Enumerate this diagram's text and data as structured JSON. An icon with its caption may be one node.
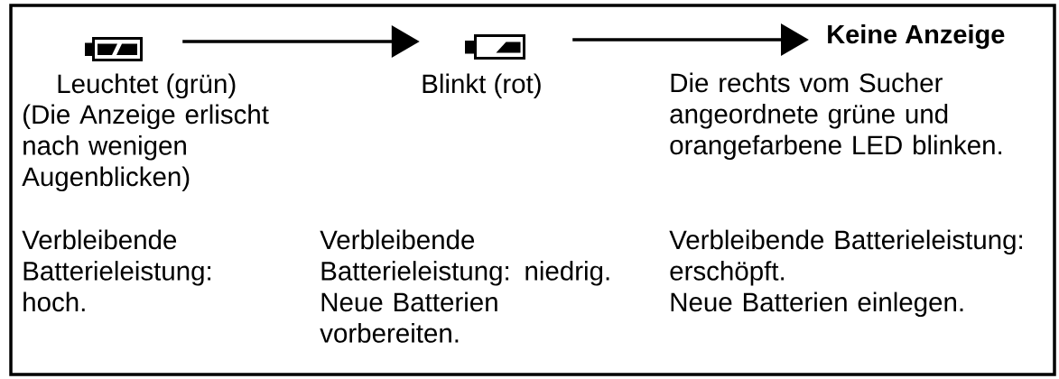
{
  "diagram": {
    "nodes": [
      {
        "text": [],
        "shape": "picture",
        "beside": [
          "Leuchtet (grün)",
          "(Die Anzeige erlischt nach wenigen Augenblicken)"
        ]
      },
      {
        "text": [],
        "shape": "picture",
        "beside": [
          "Blinkt (rot)"
        ]
      },
      {
        "text": [
          "Keine Anzeige"
        ],
        "beside": [
          "Die rechts vom Sucher angeordnete grüne und orangefarbene LED blinken."
        ]
      }
    ],
    "edges": [
      {
        "from": 0,
        "to": 1,
        "arrow": "to"
      },
      {
        "from": 1,
        "to": 2,
        "arrow": "to"
      }
    ],
    "labels": [
      "Verbleibende Batterieleistung: hoch.",
      "Verbleibende Batterieleistung: niedrig.",
      "Neue Batterien vorbereiten.",
      "Verbleibende Batterieleistung: erschöpft.",
      "Neue Batterien einlegen."
    ]
  }
}
